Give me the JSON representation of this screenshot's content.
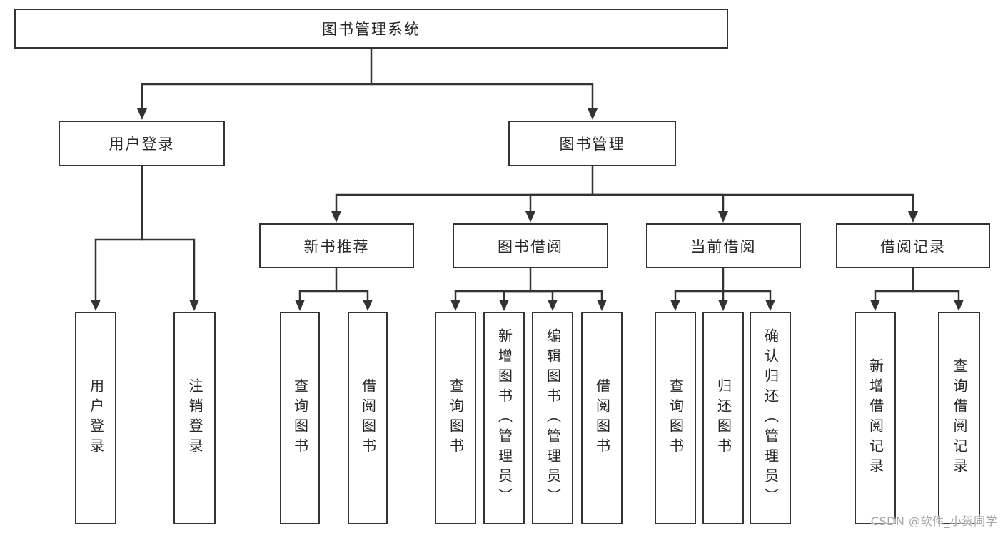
{
  "tree": {
    "root": "图书管理系统",
    "branches": [
      {
        "label": "用户登录",
        "children": [
          {
            "label": "用户登录"
          },
          {
            "label": "注销登录"
          }
        ]
      },
      {
        "label": "图书管理",
        "sections": [
          {
            "label": "新书推荐",
            "children": [
              {
                "label": "查询图书"
              },
              {
                "label": "借阅图书"
              }
            ]
          },
          {
            "label": "图书借阅",
            "children": [
              {
                "label": "查询图书"
              },
              {
                "label": "新增图书（管理员）"
              },
              {
                "label": "编辑图书（管理员）"
              },
              {
                "label": "借阅图书"
              }
            ]
          },
          {
            "label": "当前借阅",
            "children": [
              {
                "label": "查询图书"
              },
              {
                "label": "归还图书"
              },
              {
                "label": "确认归还（管理员）"
              }
            ]
          },
          {
            "label": "借阅记录",
            "children": [
              {
                "label": "新增借阅记录"
              },
              {
                "label": "查询借阅记录"
              }
            ]
          }
        ]
      }
    ]
  },
  "colors": {
    "line": "#333333",
    "text": "#262626",
    "watermark": "#a6a6a6",
    "background": "#ffffff"
  },
  "watermark": "CSDN @软件_小贺同学"
}
